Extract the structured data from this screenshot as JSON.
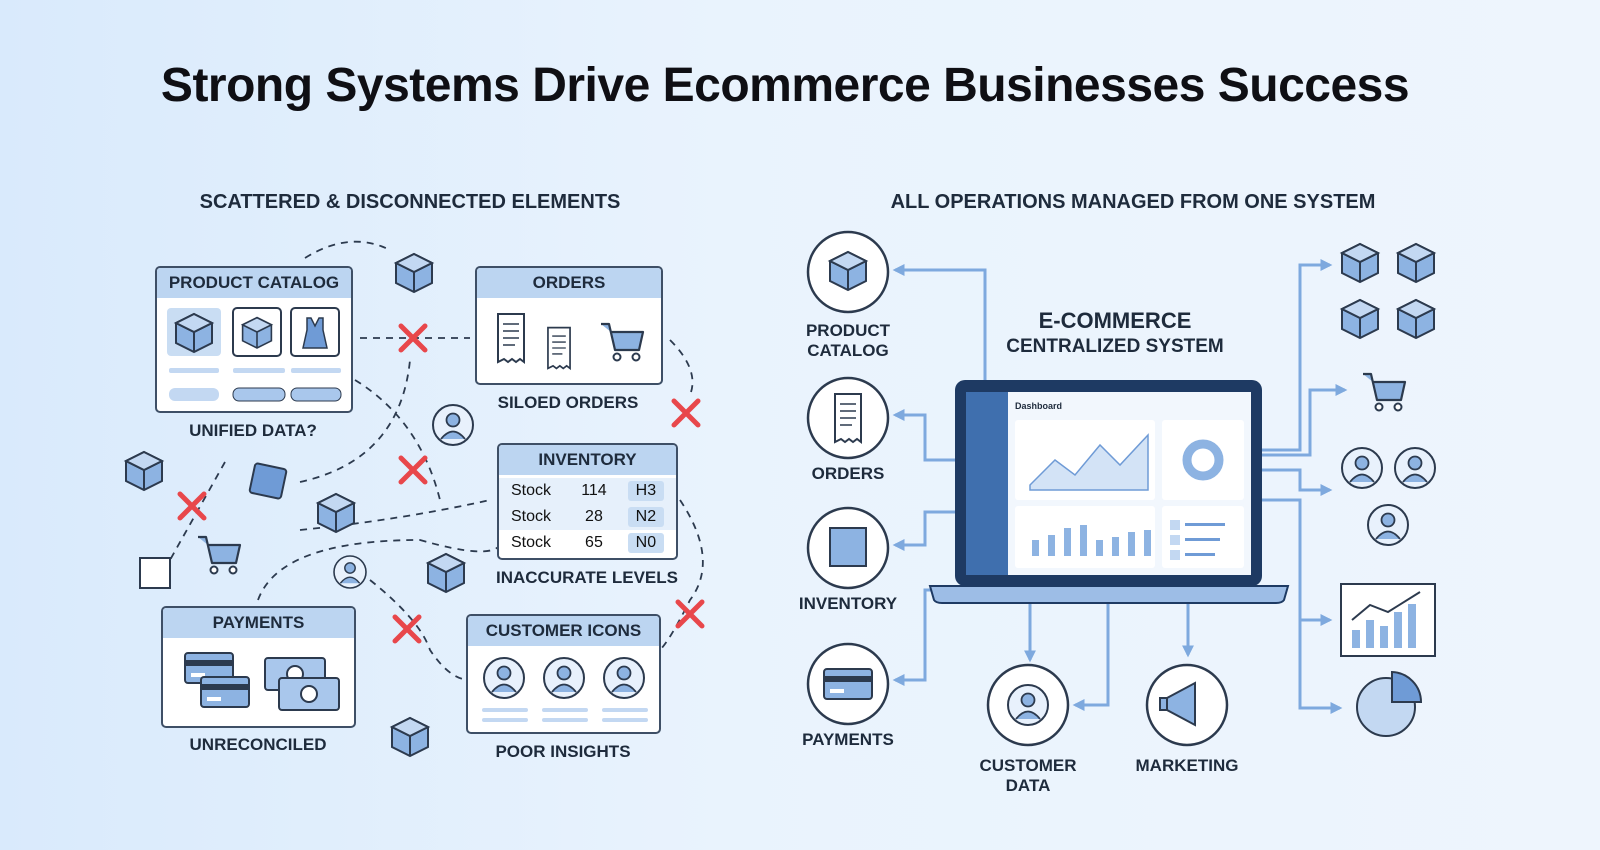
{
  "title": "Strong Systems Drive Ecommerce Businesses Success",
  "left": {
    "heading": "SCATTERED & DISCONNECTED ELEMENTS",
    "product_catalog": {
      "title": "PRODUCT CATALOG",
      "caption": "UNIFIED DATA?"
    },
    "orders": {
      "title": "ORDERS",
      "caption": "SILOED ORDERS"
    },
    "inventory": {
      "title": "INVENTORY",
      "caption": "INACCURATE LEVELS",
      "rows": [
        {
          "label": "Stock",
          "value": "114",
          "code": "H3"
        },
        {
          "label": "Stock",
          "value": "28",
          "code": "N2"
        },
        {
          "label": "Stock",
          "value": "65",
          "code": "N0"
        }
      ]
    },
    "payments": {
      "title": "PAYMENTS",
      "caption": "UNRECONCILED"
    },
    "customers": {
      "title": "CUSTOMER ICONS",
      "caption": "POOR INSIGHTS"
    }
  },
  "right": {
    "heading": "ALL OPERATIONS MANAGED FROM ONE SYSTEM",
    "system_title": "E-COMMERCE",
    "system_subtitle": "CENTRALIZED SYSTEM",
    "dashboard_title": "Dashboard",
    "modules": {
      "product_catalog": "PRODUCT\nCATALOG",
      "orders": "ORDERS",
      "inventory": "INVENTORY",
      "payments": "PAYMENTS",
      "customer_data": "CUSTOMER\nDATA",
      "marketing": "MARKETING"
    }
  },
  "colors": {
    "accent": "#4a7fc1",
    "light": "#bcd5f1",
    "error": "#e8474b",
    "connector": "#7ea9de"
  }
}
